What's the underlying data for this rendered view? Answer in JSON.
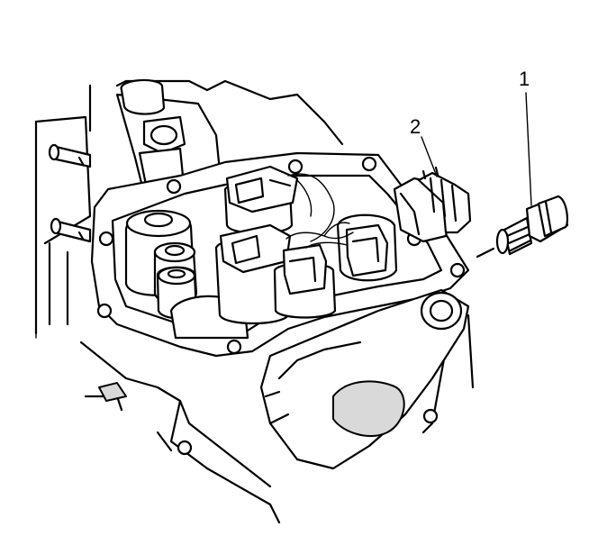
{
  "callouts": [
    {
      "id": "bolt",
      "label": "1"
    },
    {
      "id": "connector",
      "label": "2"
    }
  ]
}
